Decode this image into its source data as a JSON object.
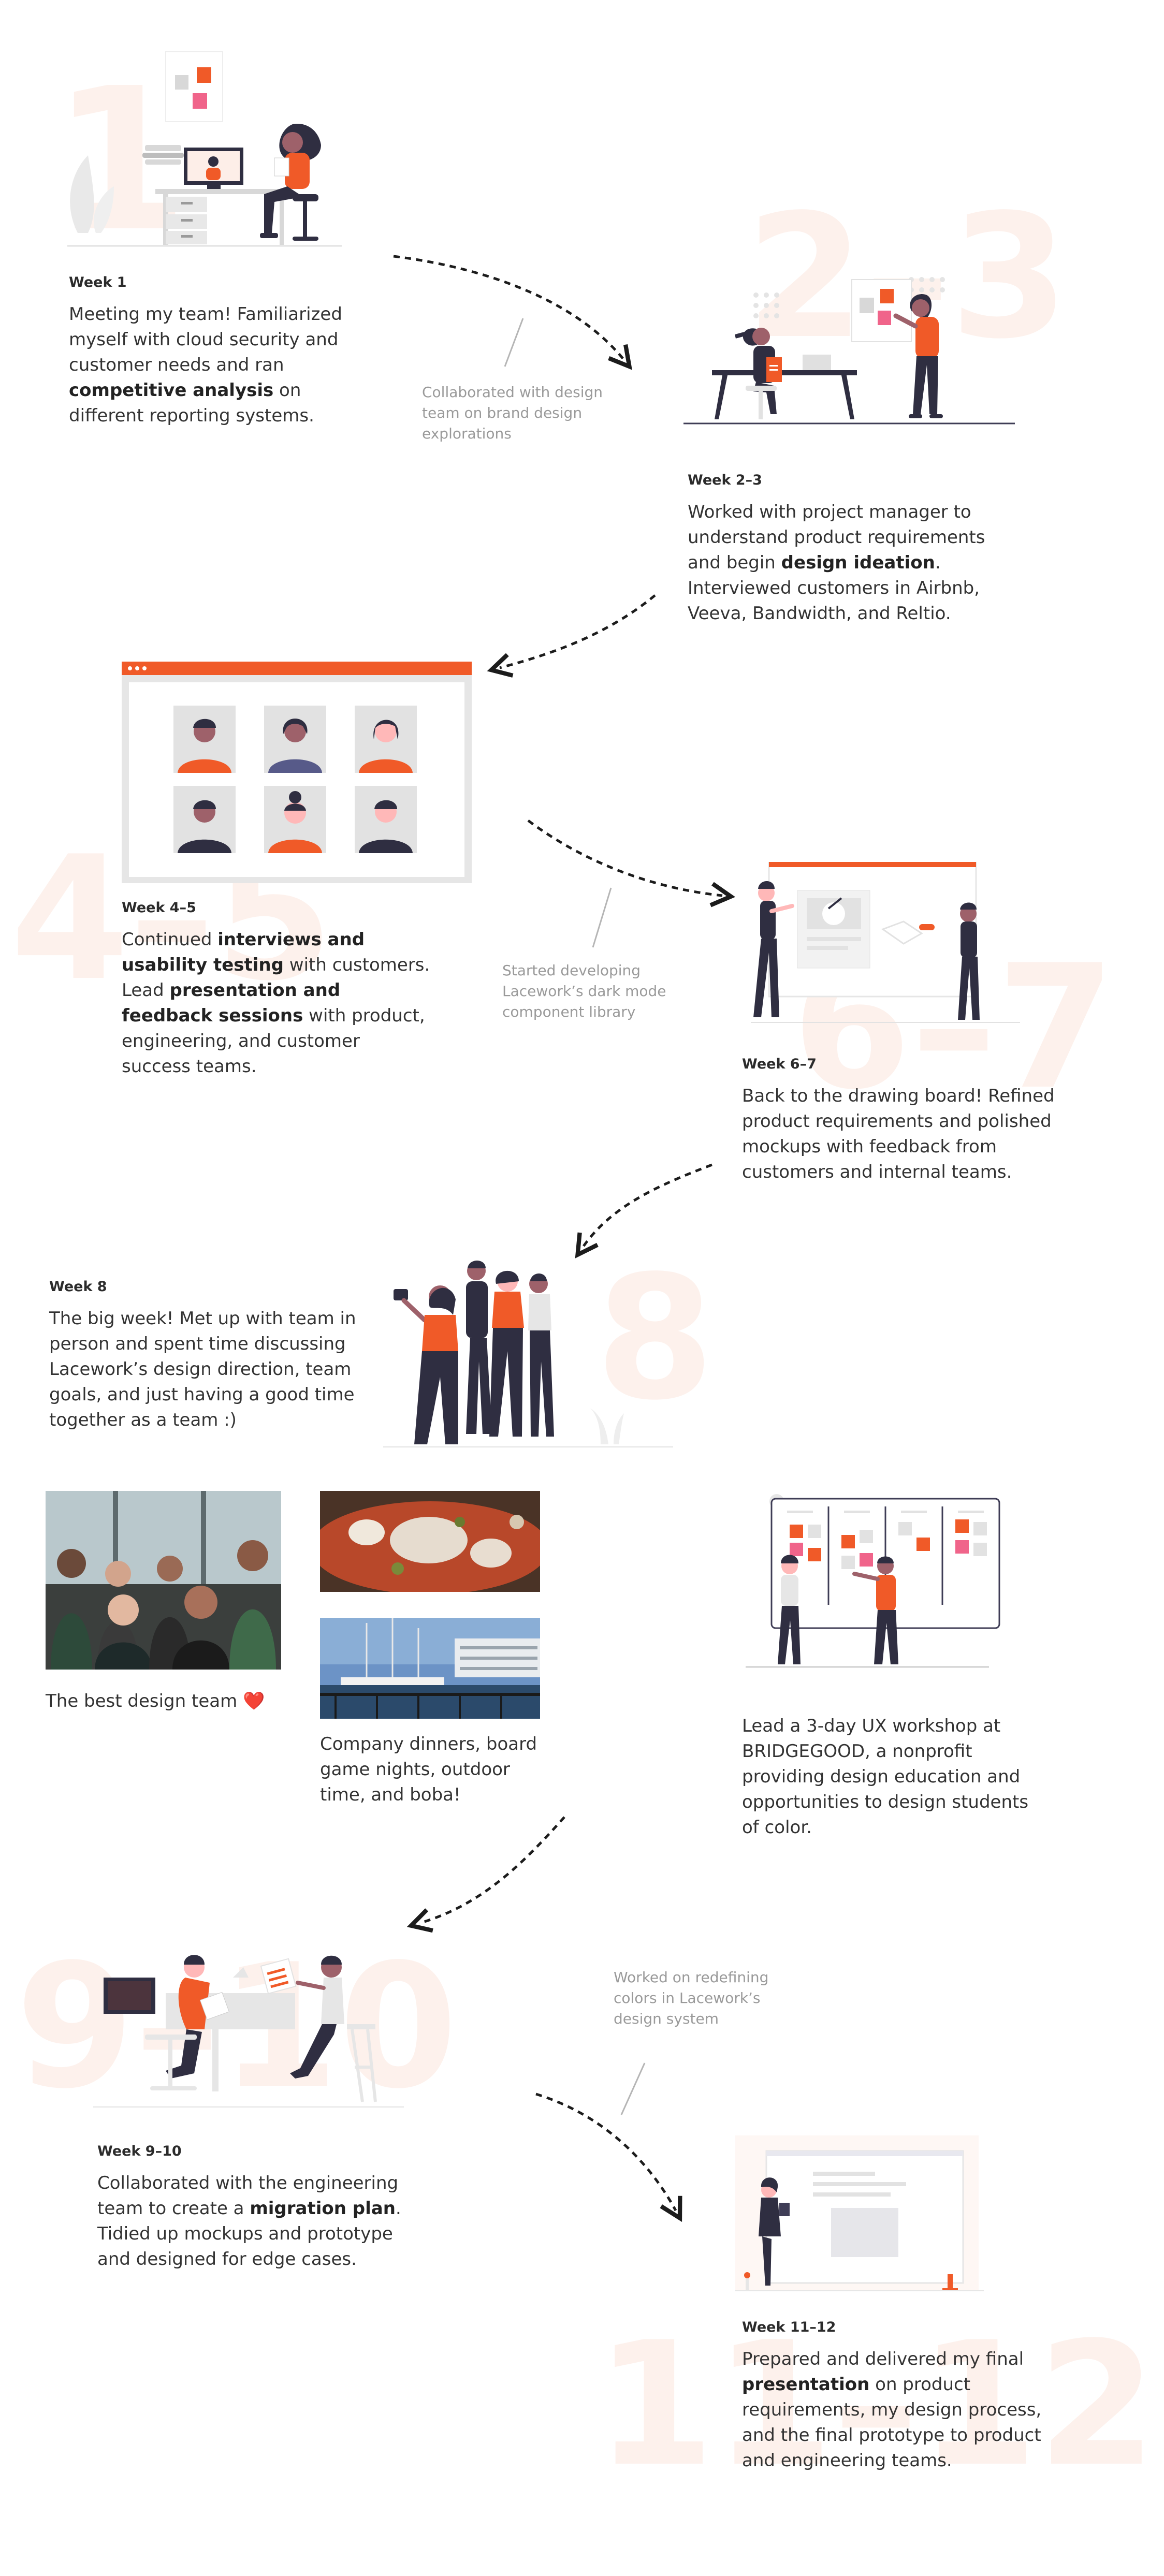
{
  "timeline": [
    {
      "id": "w1",
      "week": "Week 1",
      "big": "1",
      "text": [
        [
          "Meeting my team! Familiarized myself with cloud security and customer needs and ran ",
          false
        ],
        [
          "competitive analysis",
          true
        ],
        [
          " on different reporting systems.",
          false
        ]
      ]
    },
    {
      "id": "w23",
      "week": "Week 2–3",
      "big": "2–3",
      "text": [
        [
          "Worked with project manager to understand product requirements and begin ",
          false
        ],
        [
          "design ideation",
          true
        ],
        [
          ". Interviewed customers in Airbnb, Veeva, Bandwidth, and Reltio.",
          false
        ]
      ]
    },
    {
      "id": "w45",
      "week": "Week 4–5",
      "big": "4–5",
      "text": [
        [
          "Continued ",
          false
        ],
        [
          "interviews and usability testing",
          true
        ],
        [
          " with customers. Lead ",
          false
        ],
        [
          "presentation and feedback sessions",
          true
        ],
        [
          " with product, engineering, and customer success teams.",
          false
        ]
      ]
    },
    {
      "id": "w67",
      "week": "Week 6–7",
      "big": "6–7",
      "text": [
        [
          "Back to the drawing board! Refined product requirements and polished mockups with feedback from customers and internal teams.",
          false
        ]
      ]
    },
    {
      "id": "w8",
      "week": "Week 8",
      "big": "8",
      "text": [
        [
          "The big week! Met up with team in person and spent time discussing Lacework’s design direction, team goals, and just having a good time together as a team :)",
          false
        ]
      ]
    },
    {
      "id": "w910",
      "week": "Week 9–10",
      "big": "9–10",
      "text": [
        [
          "Collaborated with the engineering team to create a ",
          false
        ],
        [
          "migration plan",
          true
        ],
        [
          ". Tidied up mockups and prototype and designed for edge cases.",
          false
        ]
      ]
    },
    {
      "id": "w1112",
      "week": "Week 11–12",
      "big": "11–12",
      "text": [
        [
          "Prepared and delivered my final ",
          false
        ],
        [
          "presentation",
          true
        ],
        [
          " on product requirements, my design process, and the final prototype to product and engineering teams.",
          false
        ]
      ]
    }
  ],
  "notes": {
    "brand": "Collaborated with design team on brand design explorations",
    "darkmode": "Started developing Lacework’s dark mode component library",
    "colors": "Worked on redefining colors in Lacework’s design system"
  },
  "captions": {
    "team": "The best design team ❤️",
    "dinners": "Company dinners, board game nights, outdoor time, and boba!",
    "workshop": "Lead a 3-day UX workshop at BRIDGEGOOD, a nonprofit providing design education and opportunities to design students of color."
  },
  "colors": {
    "accent": "#f05a28",
    "dark": "#2f2e41",
    "bignum": "#fdf1ec",
    "muted": "#9a9a9a"
  }
}
